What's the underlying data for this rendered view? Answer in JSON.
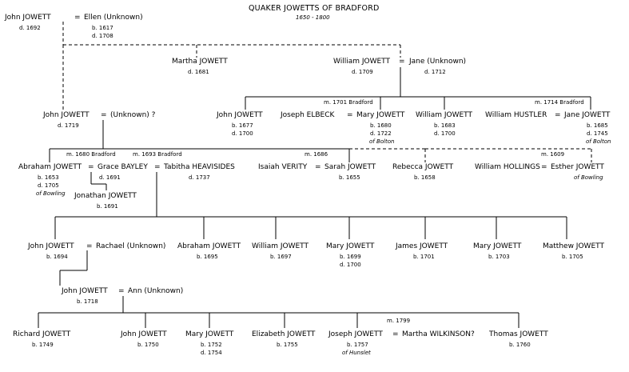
{
  "title": "QUAKER JOWETTS OF BRADFORD",
  "subtitle": "1650 - 1800",
  "people": {
    "john1": {
      "name": "John JOWETT",
      "d": "d. 1692"
    },
    "ellen": {
      "name": "Ellen (Unknown)",
      "b": "b. 1617",
      "d": "d. 1708"
    },
    "martha1": {
      "name": "Martha JOWETT",
      "d": "d. 1681"
    },
    "william1": {
      "name": "William JOWETT",
      "d": "d. 1709"
    },
    "jane1": {
      "name": "Jane (Unknown)",
      "d": "d. 1712"
    },
    "john2": {
      "name": "John JOWETT",
      "d": "d. 1719"
    },
    "unk2": {
      "name": "(Unknown) ?"
    },
    "john3": {
      "name": "John JOWETT",
      "b": "b. 1677",
      "d": "d. 1700"
    },
    "josephE": {
      "name": "Joseph ELBECK"
    },
    "mary2": {
      "name": "Mary JOWETT",
      "b": "b. 1680",
      "d": "d. 1722",
      "place": "of Bolton"
    },
    "william2": {
      "name": "William JOWETT",
      "b": "b. 1683",
      "d": "d. 1700"
    },
    "williamH": {
      "name": "William HUSTLER"
    },
    "jane2": {
      "name": "Jane JOWETT",
      "b": "b. 1685",
      "d": "d. 1745",
      "place": "of Bolton"
    },
    "abraham1": {
      "name": "Abraham JOWETT",
      "b": "b. 1653",
      "d": "d. 1705",
      "place": "of Bowling"
    },
    "grace": {
      "name": "Grace BAYLEY",
      "d": "d. 1691"
    },
    "tabitha": {
      "name": "Tabitha HEAVISIDES",
      "d": "d. 1737"
    },
    "isaiah": {
      "name": "Isaiah VERITY"
    },
    "sarah": {
      "name": "Sarah JOWETT",
      "b": "b. 1655"
    },
    "rebecca": {
      "name": "Rebecca JOWETT",
      "b": "b. 1658"
    },
    "williamHo": {
      "name": "William HOLLINGS"
    },
    "esther": {
      "name": "Esther JOWETT",
      "place": "of Bowling"
    },
    "jonathan": {
      "name": "Jonathan JOWETT",
      "b": "b. 1691"
    },
    "john4": {
      "name": "John JOWETT",
      "b": "b. 1694"
    },
    "rachael": {
      "name": "Rachael (Unknown)"
    },
    "abraham2": {
      "name": "Abraham JOWETT",
      "b": "b. 1695"
    },
    "william3": {
      "name": "William JOWETT",
      "b": "b. 1697"
    },
    "mary3": {
      "name": "Mary JOWETT",
      "b": "b. 1699",
      "d": "d. 1700"
    },
    "james": {
      "name": "James JOWETT",
      "b": "b. 1701"
    },
    "mary4": {
      "name": "Mary JOWETT",
      "b": "b. 1703"
    },
    "matthew": {
      "name": "Matthew JOWETT",
      "b": "b. 1705"
    },
    "john5": {
      "name": "John JOWETT",
      "b": "b. 1718"
    },
    "ann": {
      "name": "Ann (Unknown)"
    },
    "richard": {
      "name": "Richard JOWETT",
      "b": "b. 1749"
    },
    "john6": {
      "name": "John JOWETT",
      "b": "b. 1750"
    },
    "mary5": {
      "name": "Mary JOWETT",
      "b": "b. 1752",
      "d": "d. 1754"
    },
    "elizabeth": {
      "name": "Elizabeth JOWETT",
      "b": "b. 1755"
    },
    "joseph": {
      "name": "Joseph JOWETT",
      "b": "b. 1757",
      "place": "of Hunslet"
    },
    "marthaW": {
      "name": "Martha WILKINSON?"
    },
    "thomas": {
      "name": "Thomas JOWETT",
      "b": "b. 1760"
    }
  },
  "marriages": {
    "m1701": "m. 1701 Bradford",
    "m1714": "m. 1714 Bradford",
    "m1680": "m. 1680 Bradford",
    "m1693": "m. 1693 Bradford",
    "m1686": "m. 1686",
    "m1609": "m. 1609",
    "m1799": "m. 1799"
  },
  "symbols": {
    "eq": "="
  }
}
